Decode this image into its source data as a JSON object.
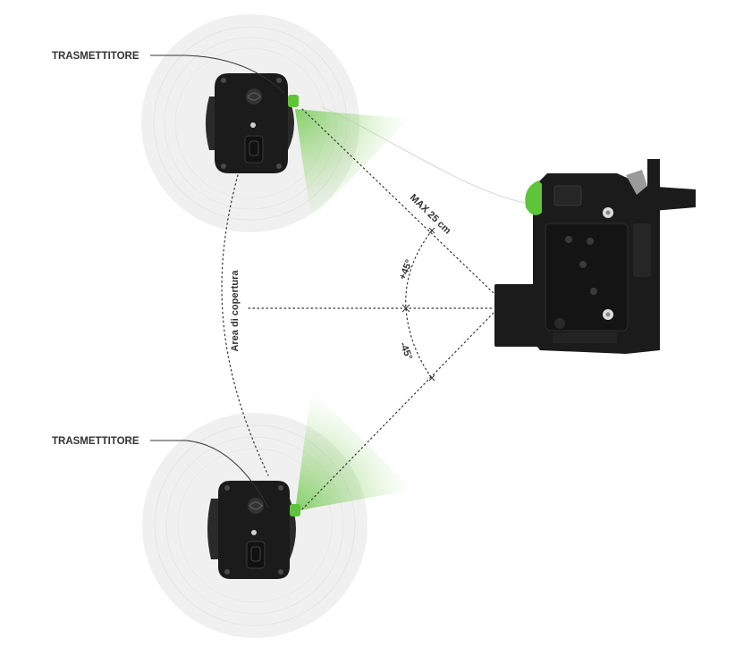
{
  "labels": {
    "transmitter_top": "TRASMETTITORE",
    "transmitter_bottom": "TRASMETTITORE",
    "coverage_area": "Area di copertura",
    "max_distance": "MAX 25 cm",
    "angle_plus": "+45°",
    "angle_minus": "-45°"
  },
  "colors": {
    "accent_green": "#5ec43a",
    "device_black": "#1b1b1b",
    "text_dark": "#333333",
    "coverage_grey": "#eeeeee"
  },
  "icons": {
    "transmitter": "transmitter-device-icon",
    "lock": "lock-mechanism-icon"
  }
}
